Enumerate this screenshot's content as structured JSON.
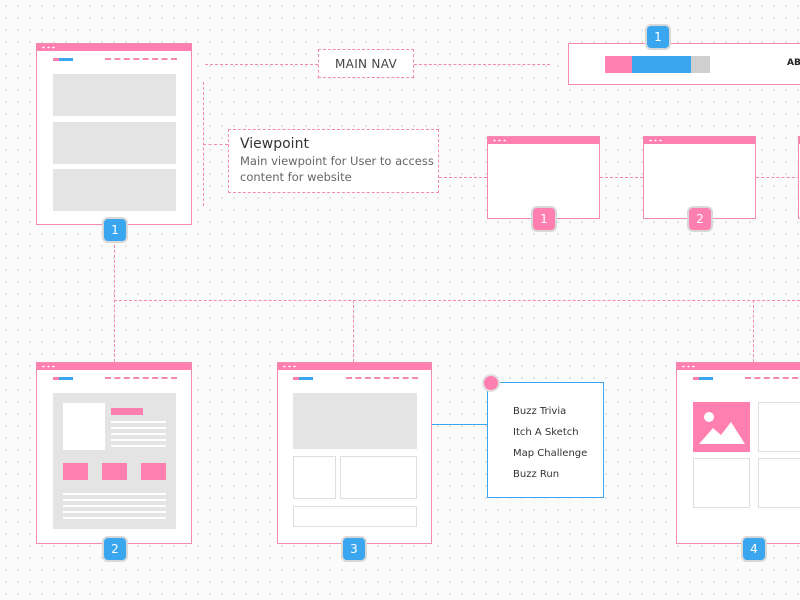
{
  "main_nav": {
    "label": "MAIN NAV",
    "bar_text": "ABC"
  },
  "viewpoint": {
    "title": "Viewpoint",
    "description_line1": "Main viewpoint for User to access",
    "description_line2": "content for website"
  },
  "badges": {
    "top_right": "1",
    "home": "1",
    "view1": "1",
    "view2": "2",
    "page2": "2",
    "page3": "3",
    "page4": "4"
  },
  "submenu": {
    "items": [
      "Buzz Trivia",
      "Itch A Sketch",
      "Map Challenge",
      "Buzz Run"
    ]
  },
  "colors": {
    "pink": "#ff7fb0",
    "blue": "#3aa6f0",
    "grey": "#e4e4e4",
    "connector": "#f58ab0"
  }
}
